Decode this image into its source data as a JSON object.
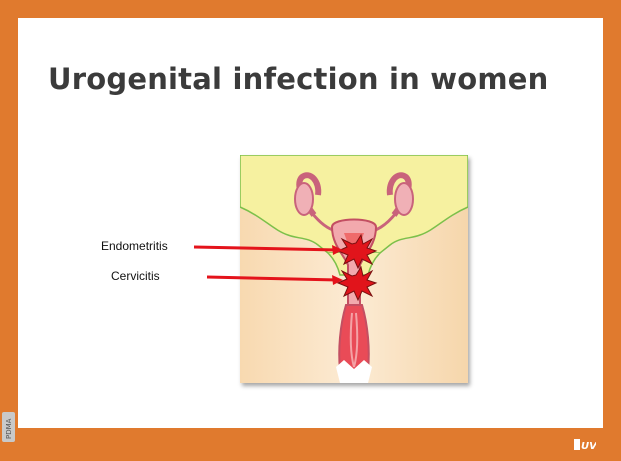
{
  "slide": {
    "title": "Urogenital infection in women"
  },
  "diagram": {
    "labels": [
      {
        "text": "Endometritis"
      },
      {
        "text": "Cervicitis"
      }
    ]
  },
  "colors": {
    "frame": "#e07a2e",
    "arrow": "#e4131b",
    "inflammation": "#e1141b"
  },
  "logos": {
    "side": "PDMA",
    "corner": "UV"
  }
}
